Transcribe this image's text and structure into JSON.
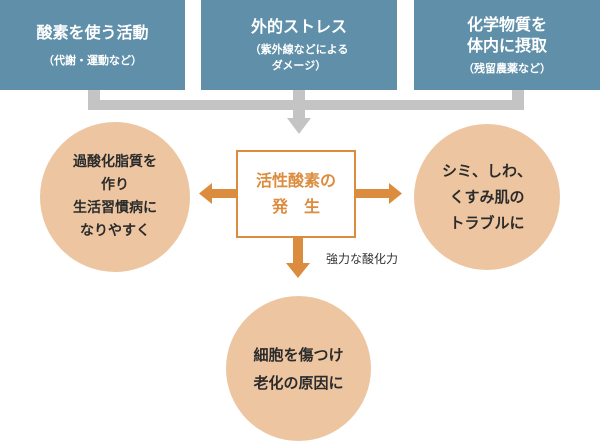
{
  "sources": [
    {
      "title": "酸素を使う活動",
      "subtitle": "（代謝・運動など）"
    },
    {
      "title": "外的ストレス",
      "subtitle": "（紫外線などによる\nダメージ）"
    },
    {
      "title": "化学物質を\n体内に摂取",
      "subtitle": "（残留農薬など）"
    }
  ],
  "center": {
    "label": "活性酸素の\n発　生"
  },
  "outcomes": {
    "left": "過酸化脂質を\n作り\n生活習慣病に\nなりやすく",
    "right": "シミ、しわ、\nくすみ肌の\nトラブルに",
    "bottom": "細胞を傷つけ\n老化の原因に"
  },
  "annotation": "強力な酸化力",
  "colors": {
    "source_box": "#5f8fa9",
    "connector": "#c4c4c4",
    "accent_orange": "#dc8c3e",
    "circle": "#edc6a1"
  }
}
